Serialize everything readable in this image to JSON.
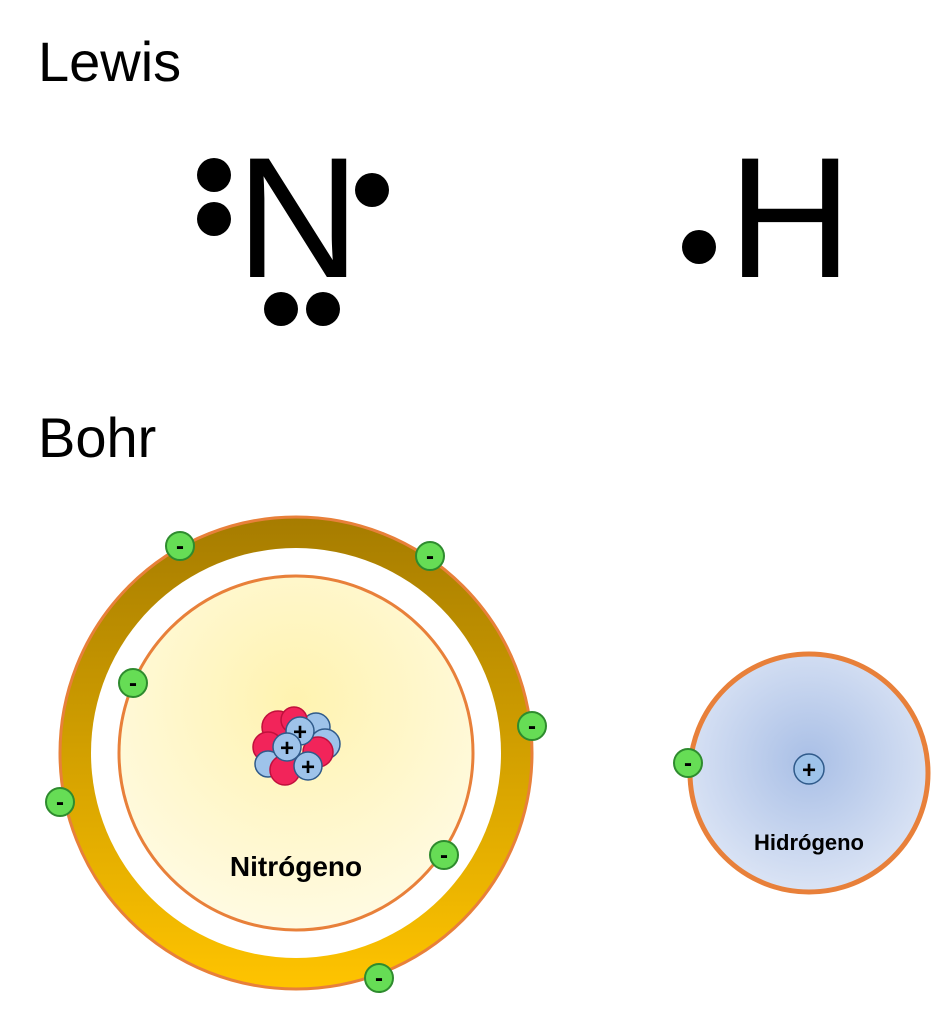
{
  "lewis": {
    "heading": "Lewis",
    "nitrogen_symbol": "N",
    "hydrogen_symbol": "H"
  },
  "bohr": {
    "heading": "Bohr",
    "nitrogen_label": "Nitrógeno",
    "hydrogen_label": "Hidrógeno",
    "electron_sign": "-",
    "proton_sign": "+",
    "nitrogen_electrons": 7,
    "hydrogen_electrons": 1
  },
  "colors": {
    "orbit_stroke": "#e8803a",
    "electron_fill": "#66dd55",
    "electron_stroke": "#2e8b2e",
    "proton_fill": "#f2245a",
    "neutron_fill": "#9ec3ea",
    "nitrogen_cloud": "#fff3b0",
    "outer_ring_top": "#a67c00",
    "outer_ring_bottom": "#ffc400",
    "hydrogen_cloud": "#a9bfe6"
  }
}
